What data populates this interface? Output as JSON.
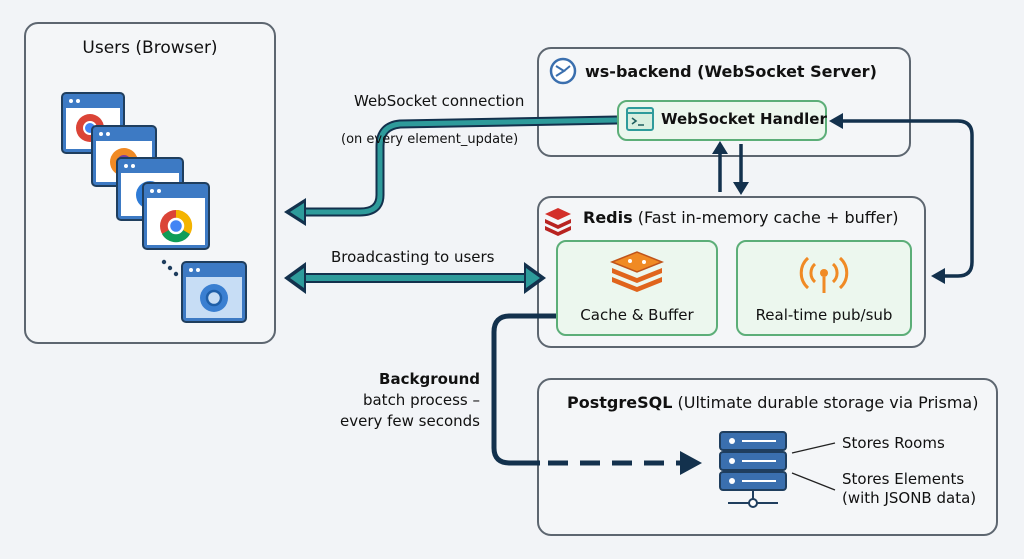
{
  "users": {
    "title": "Users (Browser)"
  },
  "backend": {
    "title": "ws-backend (WebSocket Server)",
    "handler": "WebSocket Handler"
  },
  "redis": {
    "title_bold": "Redis",
    "title_rest": "(Fast in-memory cache + buffer)",
    "cache": "Cache & Buffer",
    "pubsub": "Real-time pub/sub"
  },
  "postgres": {
    "title_bold": "PostgreSQL",
    "title_rest": "(Ultimate durable storage via Prisma)",
    "rooms": "Stores Rooms",
    "elements_1": "Stores Elements",
    "elements_2": "(with JSONB data)"
  },
  "labels": {
    "ws_connection": "WebSocket connection",
    "on_update": "(on every element_update)",
    "broadcasting": "Broadcasting to users",
    "batch_1": "Background",
    "batch_2": "batch process –",
    "batch_3": "every few seconds"
  },
  "colors": {
    "dark_arrow": "#13314d",
    "teal_arrow": "#2e9b9b",
    "green_border": "#5cae78",
    "redis_red": "#d3302a",
    "server_blue": "#3a6fae"
  }
}
